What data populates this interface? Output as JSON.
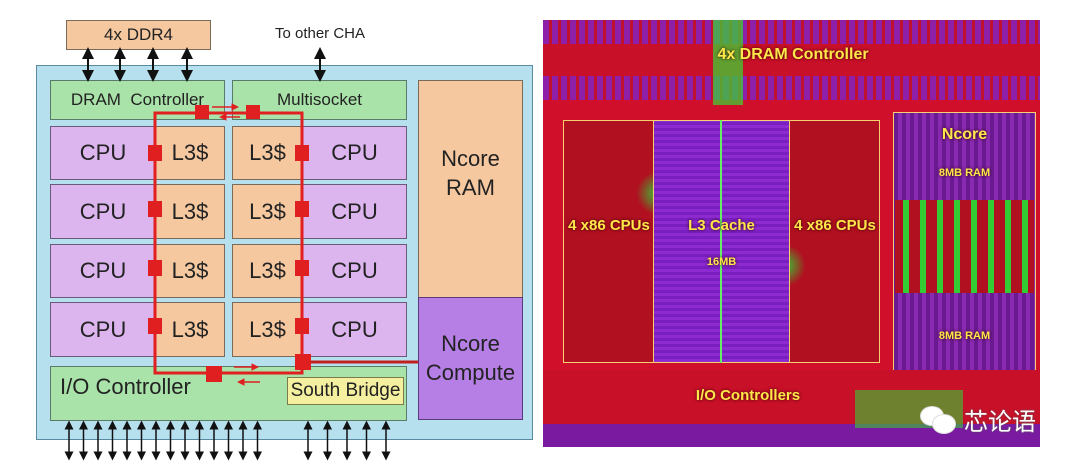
{
  "block_diagram": {
    "ddr": "4x DDR4",
    "other_cha": "To other CHA",
    "dram_controller": "DRAM  Controller",
    "multisocket": "Multisocket",
    "rows": [
      {
        "left_cpu": "CPU",
        "left_l3": "L3$",
        "right_l3": "L3$",
        "right_cpu": "CPU"
      },
      {
        "left_cpu": "CPU",
        "left_l3": "L3$",
        "right_l3": "L3$",
        "right_cpu": "CPU"
      },
      {
        "left_cpu": "CPU",
        "left_l3": "L3$",
        "right_l3": "L3$",
        "right_cpu": "CPU"
      },
      {
        "left_cpu": "CPU",
        "left_l3": "L3$",
        "right_l3": "L3$",
        "right_cpu": "CPU"
      }
    ],
    "ncore_ram": "Ncore RAM",
    "ncore_compute": "Ncore Compute",
    "io_controller": "I/O Controller",
    "south_bridge": "South Bridge"
  },
  "die_photo": {
    "dram": "4x DRAM Controller",
    "left_cpus": "4 x86 CPUs",
    "l3": "L3 Cache",
    "l3_size": "16MB",
    "right_cpus": "4 x86 CPUs",
    "ncore": "Ncore",
    "ram_top": "8MB RAM",
    "ram_bottom": "8MB RAM",
    "io": "I/O Controllers"
  },
  "watermark": "芯论语"
}
